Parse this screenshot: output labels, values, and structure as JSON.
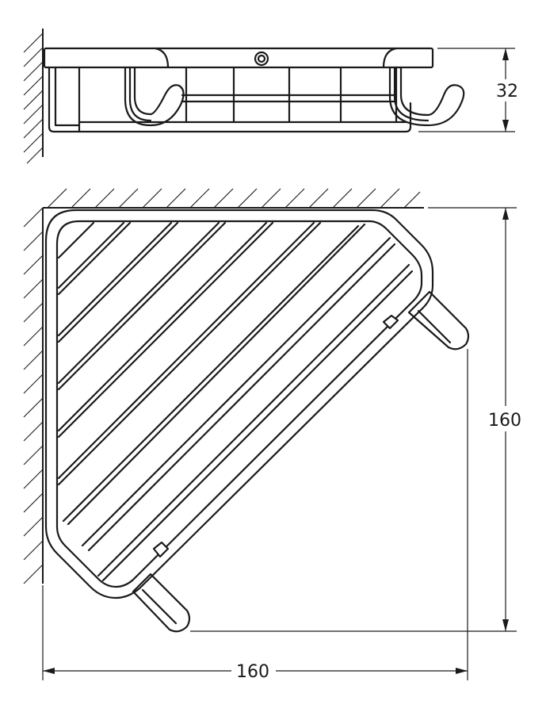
{
  "dimensions": {
    "height_side": "32",
    "depth_right": "160",
    "width_bottom": "160"
  }
}
